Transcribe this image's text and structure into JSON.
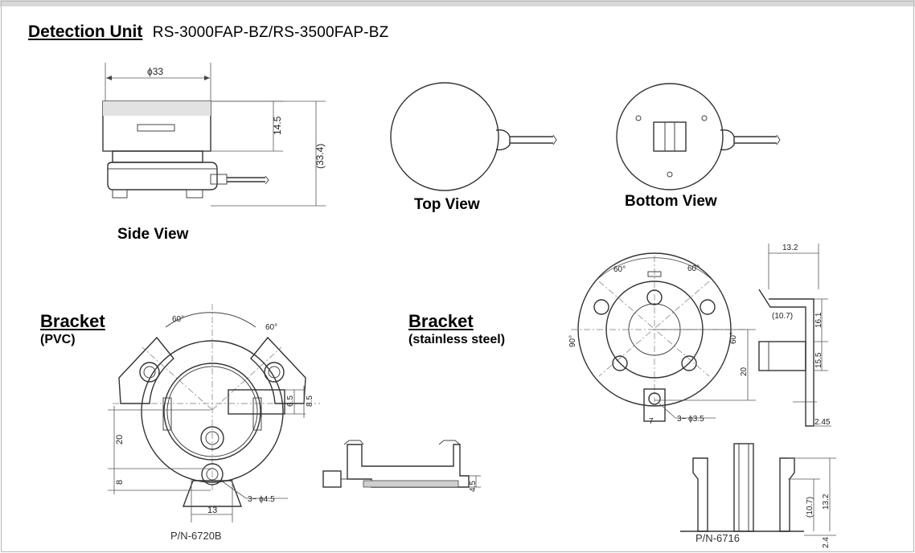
{
  "header": {
    "title": "Detection Unit",
    "model": "RS-3000FAP-BZ/RS-3500FAP-BZ"
  },
  "views": {
    "side": "Side View",
    "top": "Top View",
    "bottom": "Bottom View"
  },
  "bracket_pvc": {
    "heading": "Bracket",
    "material": "(PVC)",
    "part_number": "P/N-6720B"
  },
  "bracket_steel": {
    "heading": "Bracket",
    "material": "(stainless steel)",
    "part_number": "P/N-6716"
  },
  "dims": {
    "phi33": "ϕ33",
    "d14_5": "14.5",
    "d33_4": "(33.4)",
    "pvc_angle1": "60°",
    "pvc_angle2": "60°",
    "pvc_6_5": "6.5",
    "pvc_8_5": "8.5",
    "pvc_20": "20",
    "pvc_8": "8",
    "pvc_13": "13",
    "pvc_holes": "3− ϕ4.5",
    "pvc_4_5": "4.5",
    "ss_angle1": "60°",
    "ss_angle2": "60°",
    "ss_angle3": "90°",
    "ss_angle4": "60°",
    "ss_20": "20",
    "ss_7": "7",
    "ss_holes": "3− ϕ3.5",
    "ss_13_2": "13.2",
    "ss_10_7": "(10.7)",
    "ss_16_1": "16.1",
    "ss_15_5": "15.5",
    "ss_2_45": "2.45",
    "ss_f10_7": "(10.7)",
    "ss_f13_2": "13.2",
    "ss_2_4": "2.4"
  }
}
